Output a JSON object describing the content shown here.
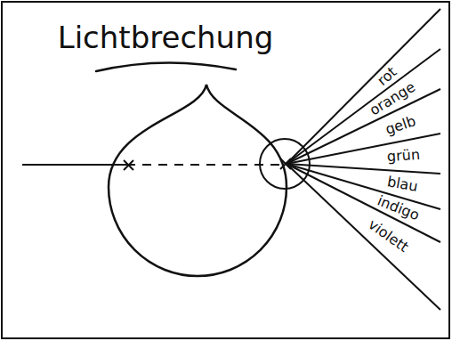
{
  "diagram": {
    "title": "Lichtbrechung",
    "labels": [
      "rot",
      "orange",
      "gelb",
      "grün",
      "blau",
      "indigo",
      "violett"
    ]
  }
}
